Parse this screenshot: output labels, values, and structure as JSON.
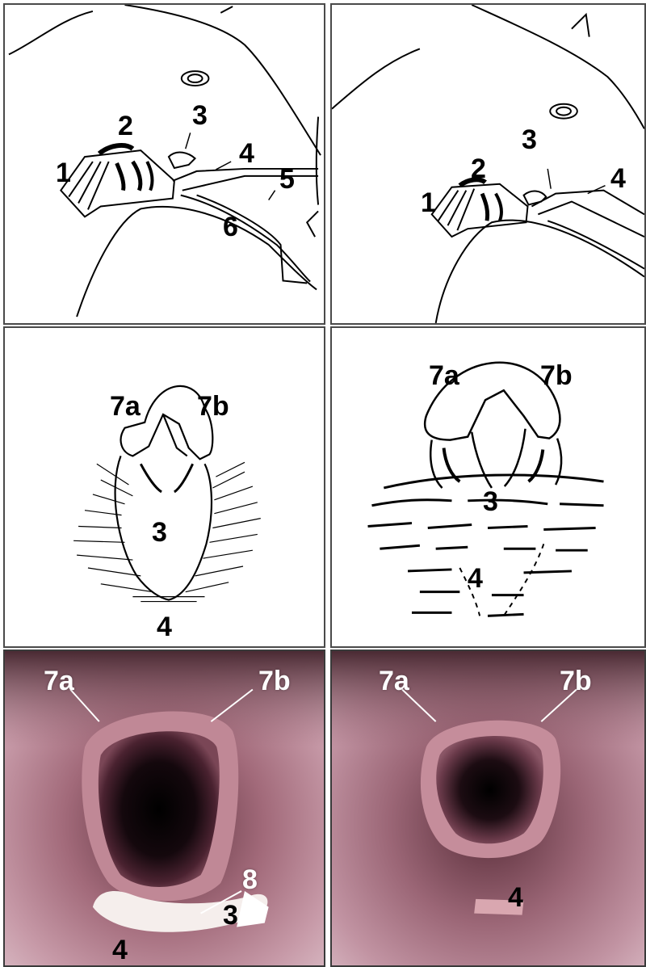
{
  "panels": {
    "p1": {
      "labels": {
        "l1": "1",
        "l2": "2",
        "l3": "3",
        "l4": "4",
        "l5": "5",
        "l6": "6"
      }
    },
    "p2": {
      "labels": {
        "l1": "1",
        "l2": "2",
        "l3": "3",
        "l4": "4"
      }
    },
    "p3": {
      "labels": {
        "l7a": "7a",
        "l7b": "7b",
        "l3": "3",
        "l4": "4"
      }
    },
    "p4": {
      "labels": {
        "l7a": "7a",
        "l7b": "7b",
        "l3": "3",
        "l4": "4"
      }
    },
    "p5": {
      "labels": {
        "l7a": "7a",
        "l7b": "7b",
        "l8": "8",
        "l3": "3",
        "l4": "4"
      }
    },
    "p6": {
      "labels": {
        "l7a": "7a",
        "l7b": "7b",
        "l4": "4"
      }
    }
  },
  "colors": {
    "photo_tissue": "#b07f8a",
    "photo_dark": "#3a1a26",
    "lumen": "#0c0508",
    "line": "#000000"
  }
}
